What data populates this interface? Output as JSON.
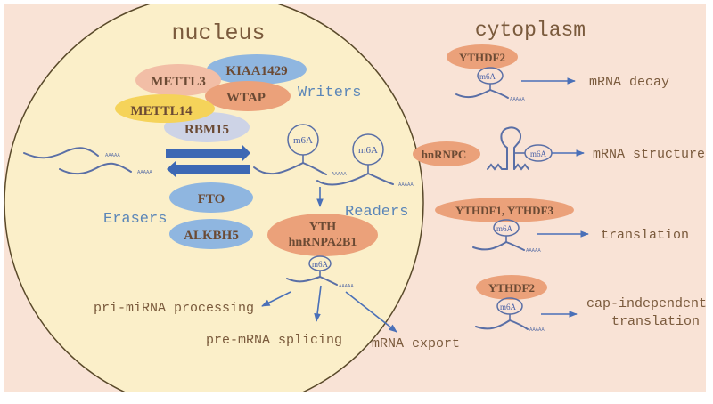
{
  "compartments": {
    "nucleus": "nucleus",
    "cytoplasm": "cytoplasm"
  },
  "categories": {
    "writers": "Writers",
    "erasers": "Erasers",
    "readers": "Readers"
  },
  "writers": [
    "METTL3",
    "KIAA1429",
    "WTAP",
    "METTL14",
    "RBM15"
  ],
  "erasers": [
    "FTO",
    "ALKBH5"
  ],
  "nuclear_readers": {
    "line1": "YTH",
    "line2": "hnRNPA2B1"
  },
  "modification_label": "m6A",
  "polya_tail": "AAAAA",
  "nuclear_outcomes": [
    "pri-miRNA processing",
    "pre-mRNA splicing",
    "mRNA export"
  ],
  "cytoplasm_pathways": [
    {
      "protein": "YTHDF2",
      "outcome": "mRNA decay"
    },
    {
      "protein": "hnRNPC",
      "outcome": "mRNA structure"
    },
    {
      "protein": "YTHDF1, YTHDF3",
      "outcome": "translation"
    },
    {
      "protein": "YTHDF2",
      "outcome_line1": "cap-independent",
      "outcome_line2": "translation"
    }
  ],
  "colors": {
    "background": "#f9e3d6",
    "nucleus_fill": "#fbefc9",
    "nucleus_outline": "#5a4a2a",
    "blue_protein": "#8fb6e0",
    "orange_protein": "#eba17a",
    "pink_protein": "#f2bea6",
    "yellow_protein": "#f5d35a",
    "lavender_protein": "#cdd3e6",
    "arrow_blue": "#3d68b4",
    "label_brown": "#6b4a34"
  }
}
